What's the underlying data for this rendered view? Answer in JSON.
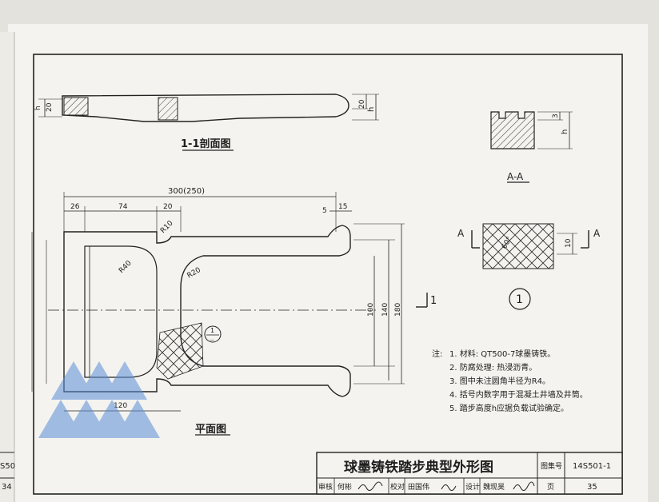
{
  "drawing": {
    "section_view_label": "1-1剖面图",
    "plan_view_label": "平面图",
    "section_aa_label": "A-A",
    "section_marker_a": "A",
    "section_marker_1": "1",
    "detail_marker": "1",
    "callout_top": "1",
    "callout_bottom": "—",
    "angle_label": "60°",
    "dims": {
      "overall_width": "300(250)",
      "d26": "26",
      "d74": "74",
      "d20_plan": "20",
      "d5": "5",
      "d15": "15",
      "d120": "120",
      "d100": "100",
      "d140": "140",
      "d180": "180",
      "d20_section": "20",
      "h_section": "h",
      "d3": "3",
      "h_aa": "h",
      "d10": "10",
      "r10": "R10",
      "r40": "R40",
      "r20": "R20",
      "d20_left": "20",
      "h_left": "h"
    }
  },
  "notes": {
    "prefix": "注:",
    "items": [
      "1. 材料: QT500-7球墨铸铁。",
      "2. 防腐处理: 热浸沥青。",
      "3. 图中未注圆角半径为R4。",
      "4. 括号内数字用于混凝土井墙及井筒。",
      "5. 踏步高度h应据负载试验确定。"
    ]
  },
  "title_block": {
    "title": "球墨铸铁踏步典型外形图",
    "atlas_label": "图集号",
    "atlas_no": "14S501-1",
    "review_label": "审核",
    "review_name": "何彬",
    "check_label": "校对",
    "check_name": "田国伟",
    "design_label": "设计",
    "design_name": "魏现昊",
    "page_label": "页",
    "page_no": "35"
  },
  "left_page": {
    "atlas_fragment": "S50",
    "page_fragment": "34"
  },
  "colors": {
    "paper": "#f4f3ef",
    "ink": "#1e1e1e",
    "hatch": "#3a3a3a",
    "watermark": "#5b8fd6"
  }
}
